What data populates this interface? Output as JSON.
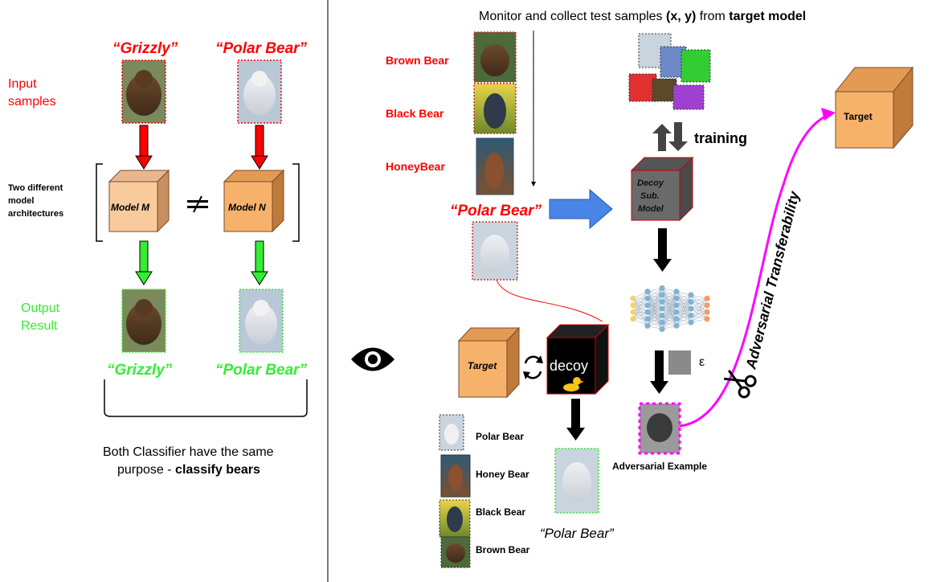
{
  "left": {
    "input_top": "“Grizzly”",
    "input_top_right": "“Polar Bear”",
    "input_samples_line1": "Input",
    "input_samples_line2": "samples",
    "two_diff_line1": "Two different",
    "two_diff_line2": "model",
    "two_diff_line3": "architectures",
    "model_m": "Model M",
    "model_n": "Model N",
    "output_line1": "Output",
    "output_line2": "Result",
    "out_left": "“Grizzly”",
    "out_right": "“Polar Bear”",
    "summary_line1": "Both Classifier have the same",
    "summary_line2_plain": "purpose - ",
    "summary_line2_bold": "classify bears"
  },
  "right": {
    "header_plain1": "Monitor and collect test samples ",
    "header_bold1": "(x, y)",
    "header_plain2": " from ",
    "header_bold2": "target model",
    "labels": [
      "Brown Bear",
      "Black Bear",
      "HoneyBear"
    ],
    "polar_label": "“Polar Bear”",
    "training": "training",
    "decoy_sub_line1": "Decoy",
    "decoy_sub_line2": "Sub.",
    "decoy_sub_line3": "Model",
    "epsilon": "ε",
    "adversarial_example": "Adversarial Example",
    "transferability": "Adversarial Transferability",
    "target_far": "Target",
    "target_small": "Target",
    "decoy": "decoy",
    "bottom_labels": [
      "Polar Bear",
      "Honey Bear",
      "Black Bear",
      "Brown Bear"
    ],
    "polar_result": "“Polar Bear”"
  },
  "colors": {
    "red": "#ff0000",
    "green": "#33ee33",
    "magenta": "#ff00ff",
    "blue": "#4a86e8",
    "orange": "#f6b26b",
    "light_orange": "#f9cb9c"
  }
}
